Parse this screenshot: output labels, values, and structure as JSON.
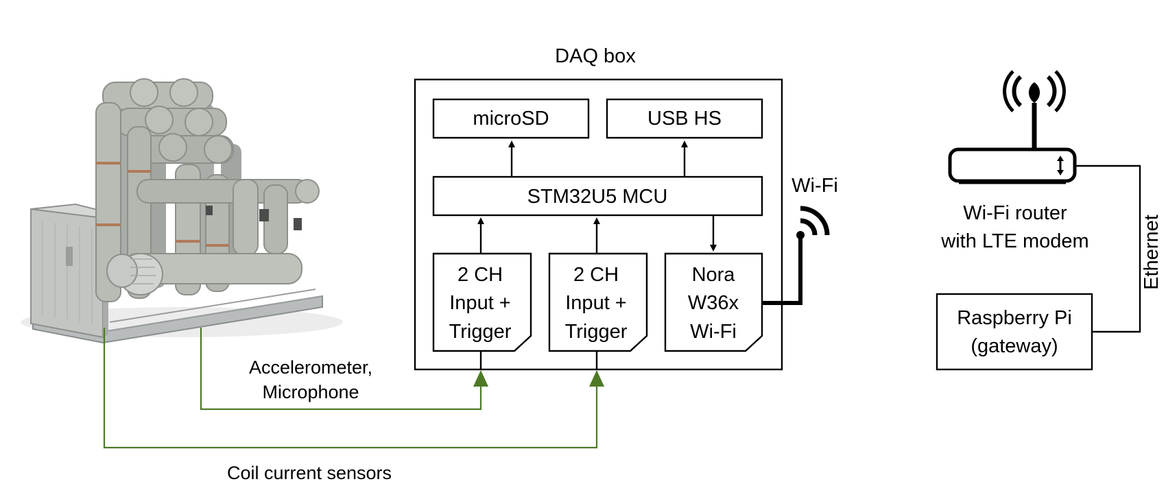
{
  "daq_box": {
    "title": "DAQ box"
  },
  "blocks": {
    "microsd": "microSD",
    "usb_hs": "USB HS",
    "mcu": "STM32U5 MCU",
    "input1": [
      "2 CH",
      "Input +",
      "Trigger"
    ],
    "input2": [
      "2 CH",
      "Input +",
      "Trigger"
    ],
    "nora": [
      "Nora",
      "W36x",
      "Wi-Fi"
    ]
  },
  "wifi_label": "Wi-Fi",
  "router_label": [
    "Wi-Fi router",
    "with LTE modem"
  ],
  "ethernet_label": "Ethernet",
  "raspberry": [
    "Raspberry Pi",
    "(gateway)"
  ],
  "sensor_labels": {
    "accelerometer": [
      "Accelerometer,",
      "Microphone"
    ],
    "coil": "Coil current sensors"
  },
  "colors": {
    "sensor_wire": "#4e7a27",
    "outline": "#000000"
  }
}
